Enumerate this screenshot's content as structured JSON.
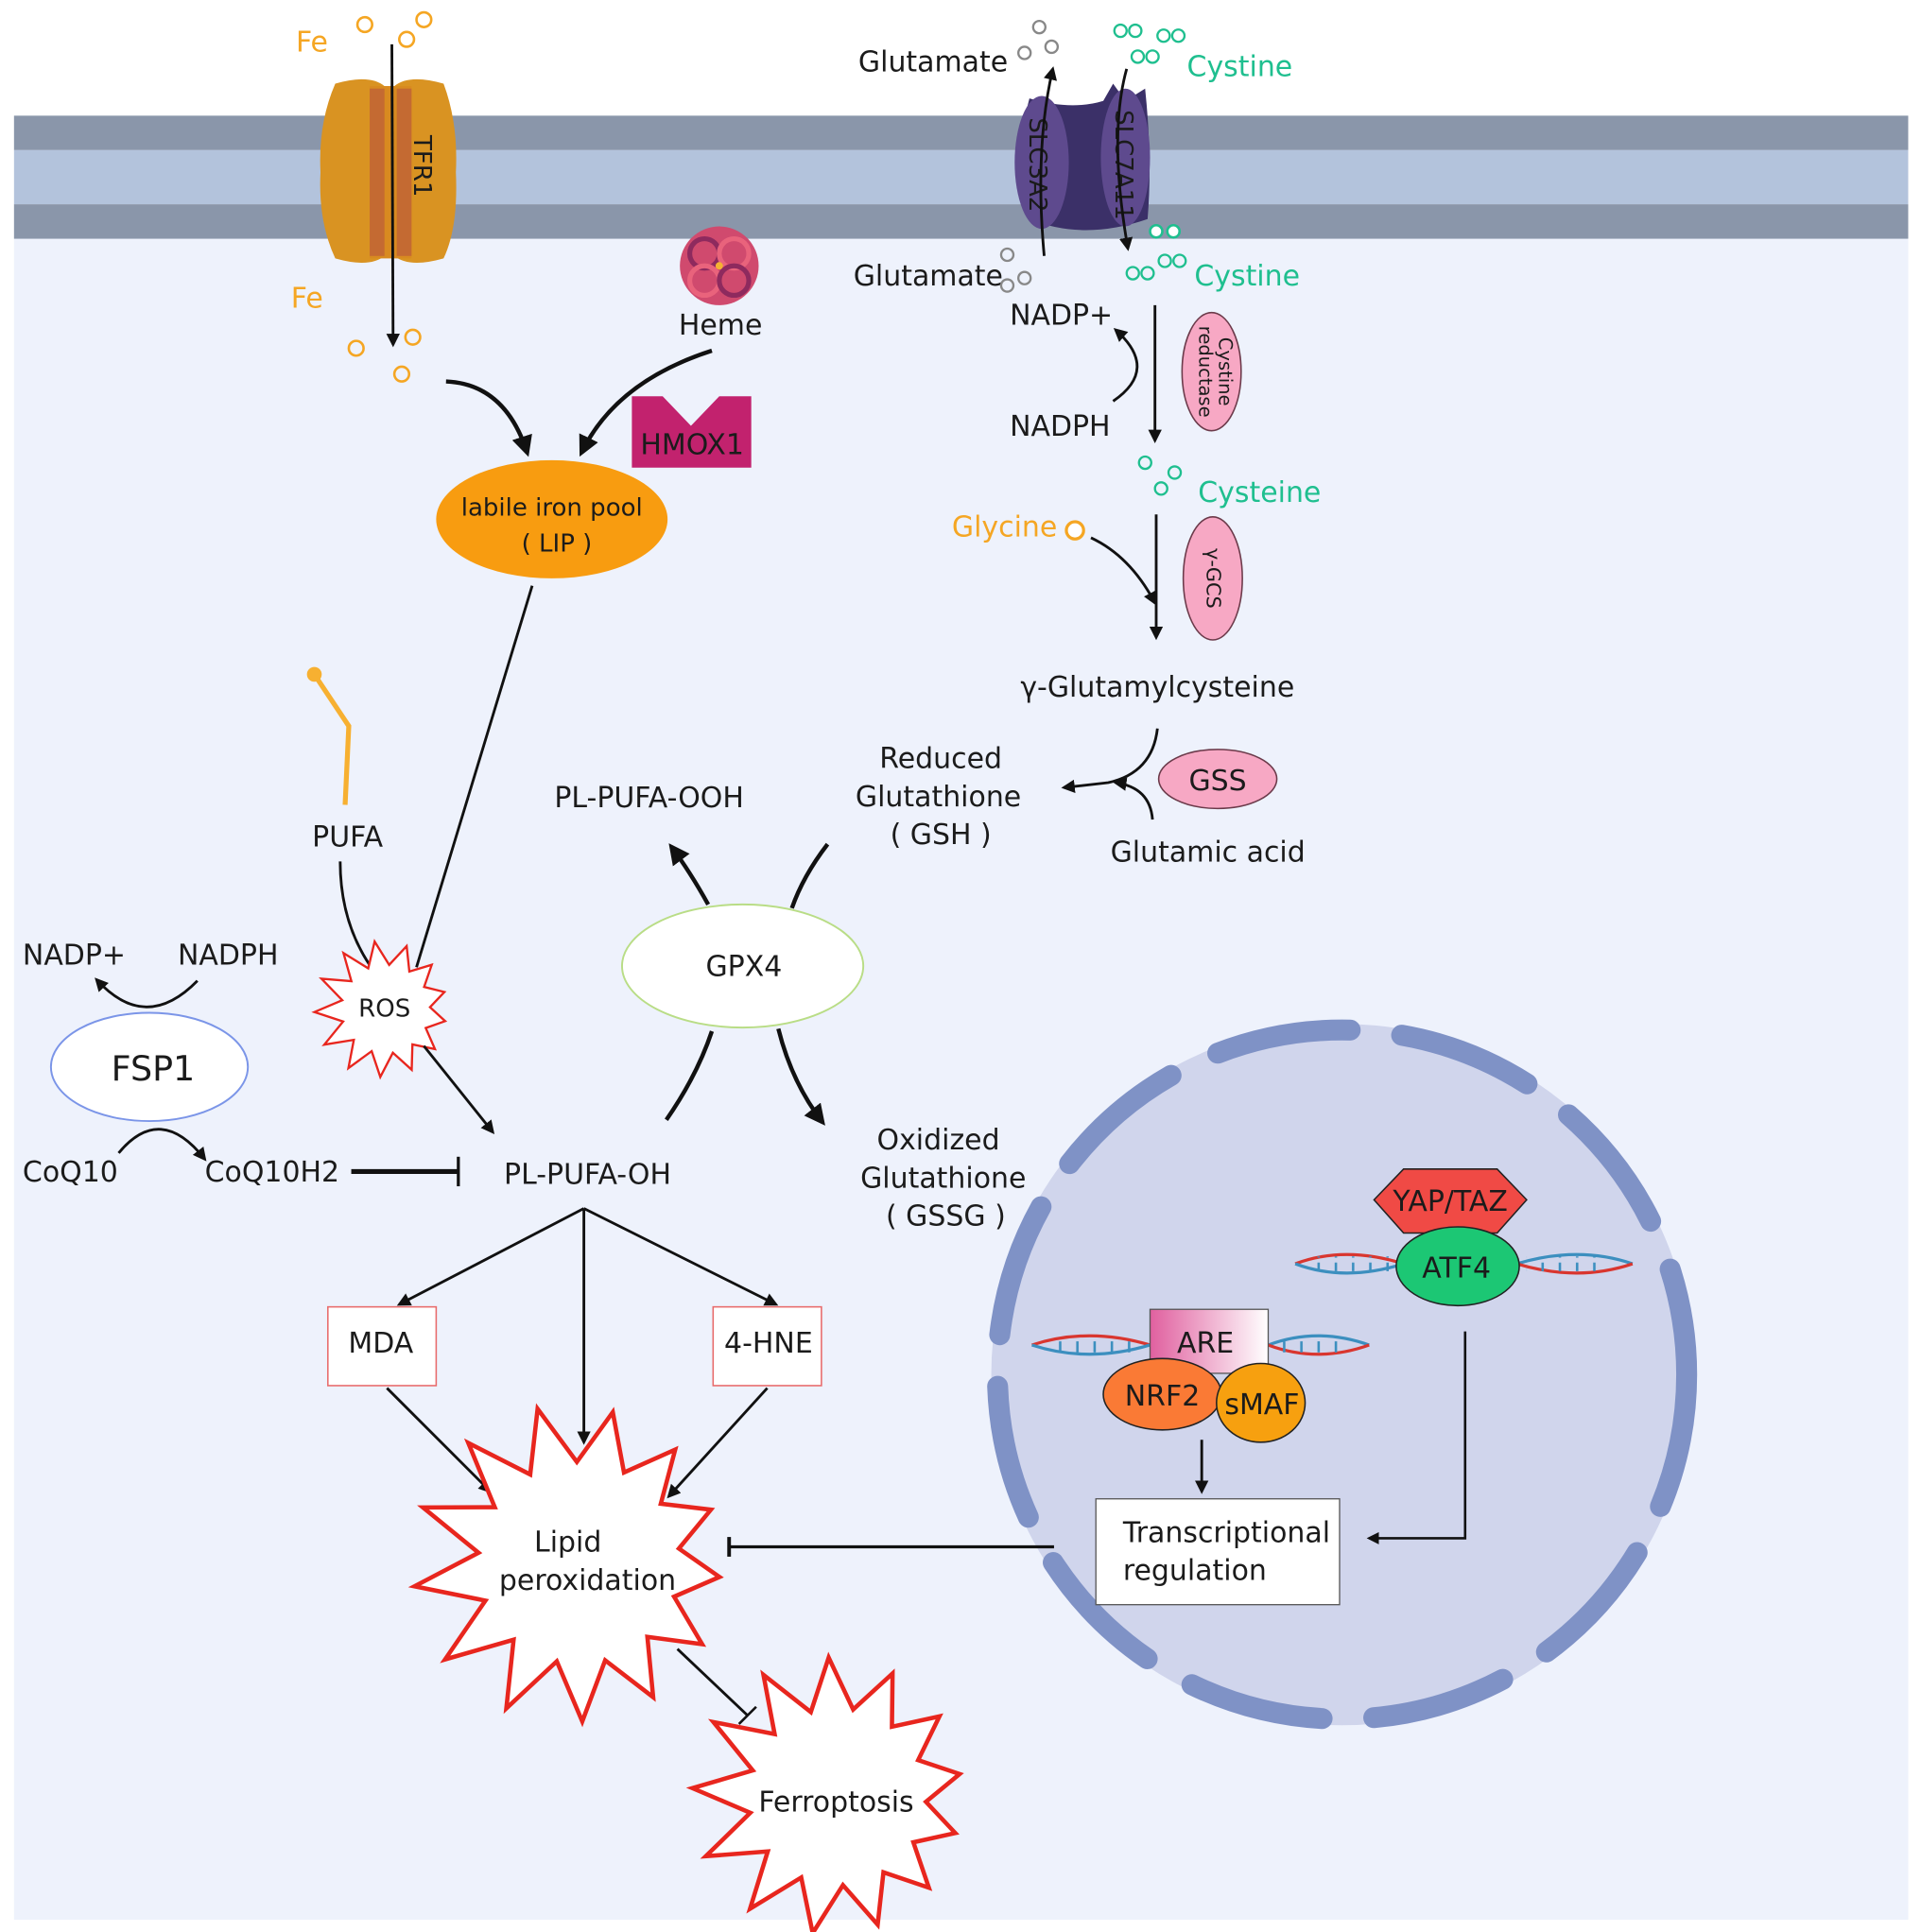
{
  "title": "Ferroptosis regulatory pathway",
  "colors": {
    "background": "#EEF2FC",
    "membrane_outer": "#8A96AA",
    "membrane_inner": "#B3C3DC",
    "iron": "#F5A623",
    "cystine": "#1FBF8F",
    "lip": "#F89C10",
    "hmox1": "#C2226E",
    "enzyme_pink": "#F7A8C4",
    "burst_stroke": "#E8261E",
    "nucleus_fill": "#D0D5EC",
    "nucleus_border": "#7F92C6",
    "yap_taz": "#F04A45",
    "atf4": "#1CC774",
    "nrf2": "#FA7A35",
    "smaf": "#F7A00F",
    "fsp1_border": "#7B95E8",
    "gpx4_border": "#B9DD86"
  },
  "iron_uptake": {
    "fe_outside": "Fe",
    "fe_inside": "Fe",
    "transporter": "TFR1",
    "heme": "Heme",
    "hmox1": "HMOX1",
    "lip_line1": "labile iron pool",
    "lip_line2": "( LIP )"
  },
  "system_xc": {
    "glutamate_out": "Glutamate",
    "cystine_out": "Cystine",
    "slc3a2": "SLC3A2",
    "slc7a11": "SLC7A11",
    "glutamate_in": "Glutamate",
    "cystine_in": "Cystine"
  },
  "gsh_synthesis": {
    "nadp_plus": "NADP+",
    "nadph": "NADPH",
    "cystine_reductase_line1": "Cystine",
    "cystine_reductase_line2": "reductase",
    "cysteine": "Cysteine",
    "glycine": "Glycine",
    "gamma_gcs": "γ-GCS",
    "gamma_glutamylcysteine": "γ-Glutamylcysteine",
    "gss": "GSS",
    "glutamic_acid": "Glutamic acid",
    "gsh_line1": "Reduced",
    "gsh_line2": "Glutathione",
    "gsh_line3": "( GSH )"
  },
  "gpx4_cycle": {
    "pl_pufa_ooh": "PL-PUFA-OOH",
    "gpx4": "GPX4",
    "pl_pufa_oh": "PL-PUFA-OH",
    "gssg_line1": "Oxidized",
    "gssg_line2": "Glutathione",
    "gssg_line3": "( GSSG )"
  },
  "lipid": {
    "pufa": "PUFA",
    "ros": "ROS",
    "mda": "MDA",
    "hne": "4-HNE",
    "lipid_perox_line1": "Lipid",
    "lipid_perox_line2": "peroxidation",
    "ferroptosis": "Ferroptosis"
  },
  "fsp1_axis": {
    "nadp_plus": "NADP+",
    "nadph": "NADPH",
    "fsp1": "FSP1",
    "coq10": "CoQ10",
    "coq10h2": "CoQ10H2"
  },
  "nucleus": {
    "yap_taz": "YAP/TAZ",
    "atf4": "ATF4",
    "are": "ARE",
    "nrf2": "NRF2",
    "smaf": "sMAF",
    "transcription_line1": "Transcriptional",
    "transcription_line2": "regulation"
  }
}
